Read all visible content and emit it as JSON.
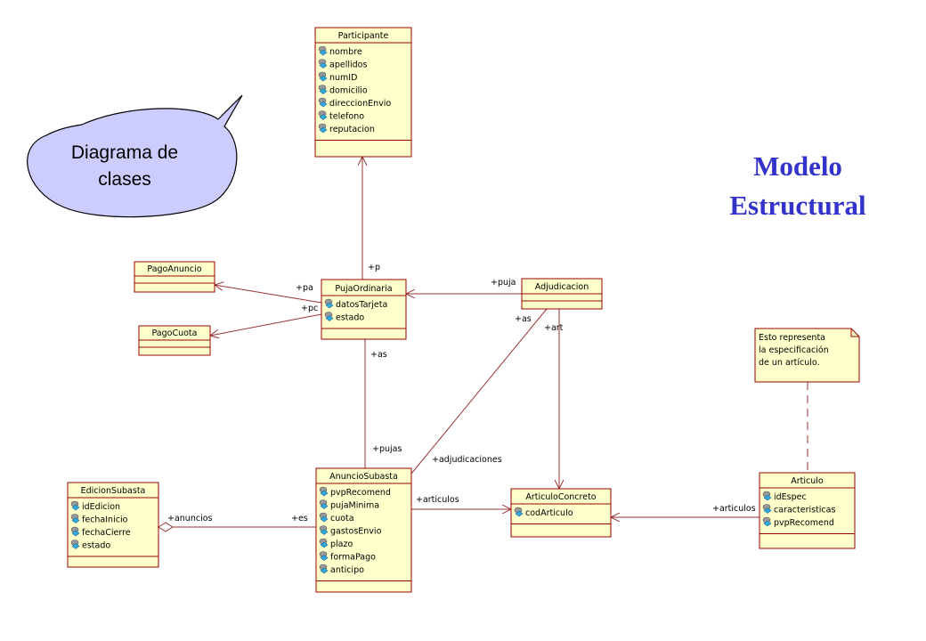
{
  "title": {
    "line1": "Modelo",
    "line2": "Estructural",
    "color": "#3333cc"
  },
  "bubble": {
    "line1": "Diagrama de",
    "line2": "clases"
  },
  "note": {
    "lines": [
      "Esto representa",
      "la especificación",
      "de un artículo."
    ]
  },
  "colors": {
    "class_fill": "#ffffcc",
    "class_stroke": "#990000",
    "line": "#993333",
    "bubble_fill": "#ccccff",
    "icon": "#3399cc"
  },
  "classes": {
    "participante": {
      "name": "Participante",
      "attributes": [
        "nombre",
        "apellidos",
        "numID",
        "domicilio",
        "direccionEnvio",
        "telefono",
        "reputacion"
      ]
    },
    "pago_anuncio": {
      "name": "PagoAnuncio",
      "attributes": []
    },
    "pago_cuota": {
      "name": "PagoCuota",
      "attributes": []
    },
    "puja_ordinaria": {
      "name": "PujaOrdinaria",
      "attributes": [
        "datosTarjeta",
        "estado"
      ]
    },
    "adjudicacion": {
      "name": "Adjudicacion",
      "attributes": []
    },
    "edicion_subasta": {
      "name": "EdicionSubasta",
      "attributes": [
        "idEdicion",
        "fechaInicio",
        "fechaCierre",
        "estado"
      ]
    },
    "anuncio_subasta": {
      "name": "AnuncioSubasta",
      "attributes": [
        "pvpRecomend",
        "pujaMinima",
        "cuota",
        "gastosEnvio",
        "plazo",
        "formaPago",
        "anticipo"
      ]
    },
    "articulo_concreto": {
      "name": "ArticuloConcreto",
      "attributes": [
        "codArticulo"
      ]
    },
    "articulo": {
      "name": "Articulo",
      "attributes": [
        "idEspec",
        "caracteristicas",
        "pvpRecomend"
      ]
    }
  },
  "roles": {
    "p": "+p",
    "pa": "+pa",
    "pc": "+pc",
    "puja": "+puja",
    "as_puja": "+as",
    "as_adj": "+as",
    "art": "+art",
    "pujas": "+pujas",
    "adjudicaciones": "+adjudicaciones",
    "anuncios": "+anuncios",
    "es": "+es",
    "articulos_anuncio": "+articulos",
    "articulos_articulo": "+articulos"
  }
}
